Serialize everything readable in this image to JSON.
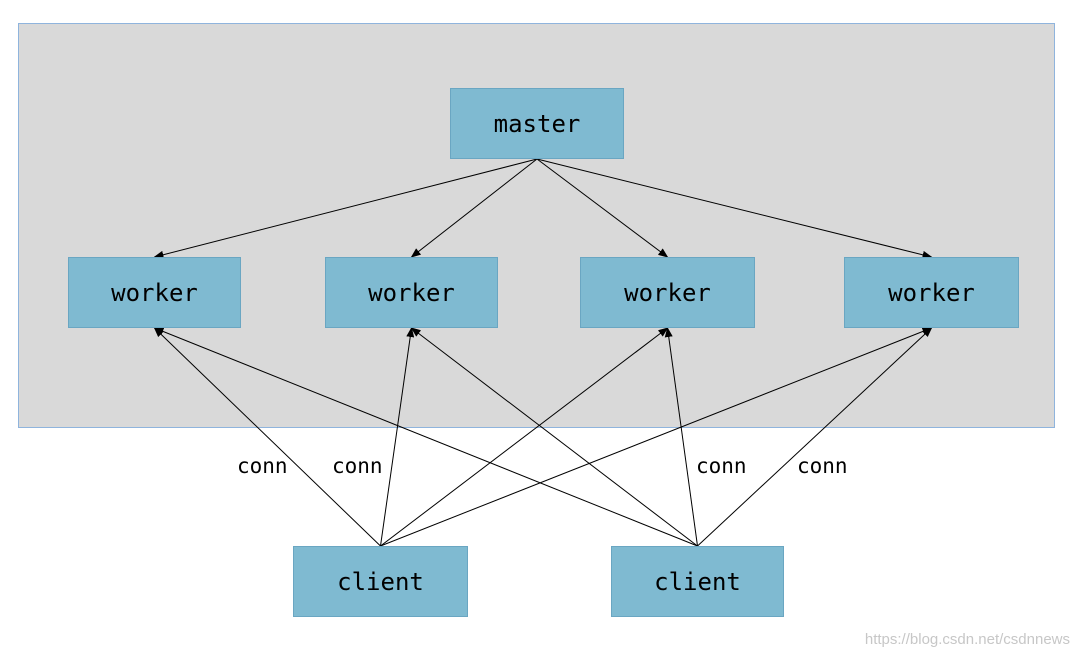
{
  "nodes": {
    "master": "master",
    "worker_1": "worker",
    "worker_2": "worker",
    "worker_3": "worker",
    "worker_4": "worker",
    "client_1": "client",
    "client_2": "client"
  },
  "edge_labels": [
    "conn",
    "conn",
    "conn",
    "conn"
  ],
  "watermark": "https://blog.csdn.net/csdnnews",
  "colors": {
    "container_fill": "#d9d9d9",
    "container_border": "#8fb4dd",
    "node_fill": "#7fbad1",
    "edge": "#000000"
  },
  "edges": [
    {
      "from": "master",
      "to": "worker_1"
    },
    {
      "from": "master",
      "to": "worker_2"
    },
    {
      "from": "master",
      "to": "worker_3"
    },
    {
      "from": "master",
      "to": "worker_4"
    },
    {
      "from": "client_1",
      "to": "worker_1"
    },
    {
      "from": "client_1",
      "to": "worker_2"
    },
    {
      "from": "client_1",
      "to": "worker_3"
    },
    {
      "from": "client_1",
      "to": "worker_4"
    },
    {
      "from": "client_2",
      "to": "worker_1"
    },
    {
      "from": "client_2",
      "to": "worker_2"
    },
    {
      "from": "client_2",
      "to": "worker_3"
    },
    {
      "from": "client_2",
      "to": "worker_4"
    }
  ]
}
